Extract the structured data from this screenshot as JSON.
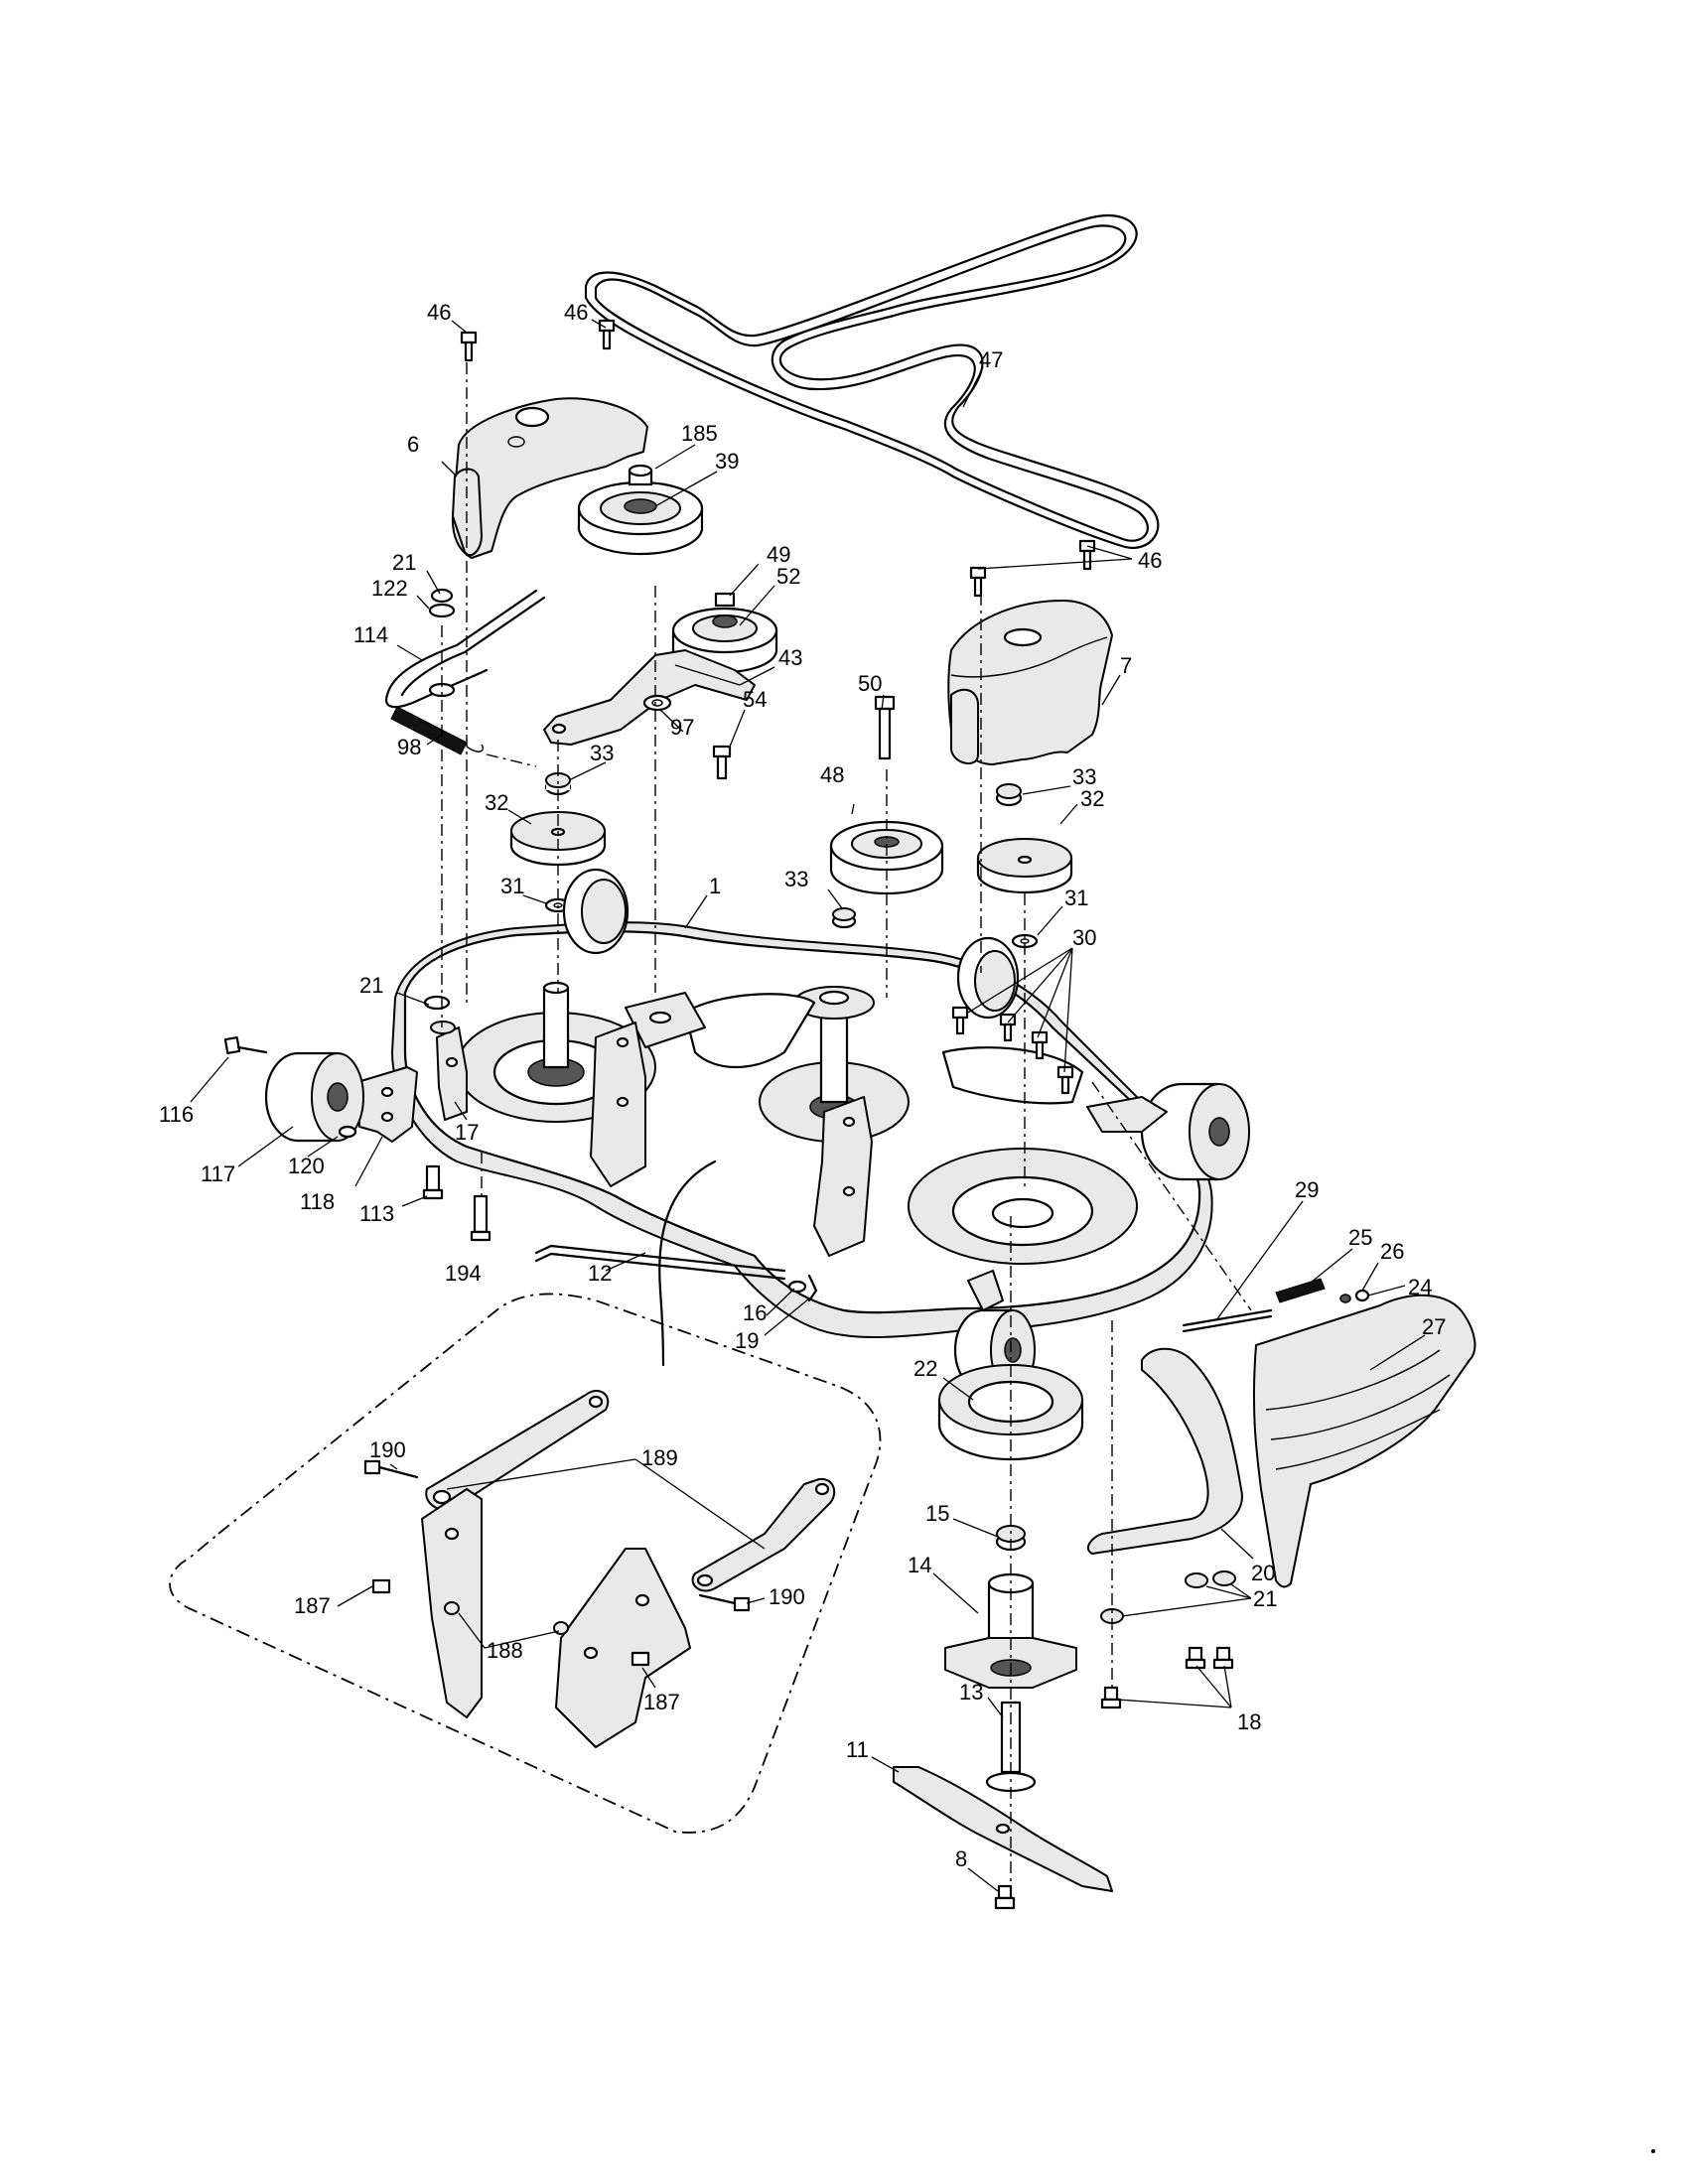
{
  "labels": {
    "l46a": "46",
    "l46b": "46",
    "l46c": "46",
    "l47": "47",
    "l6": "6",
    "l185": "185",
    "l39": "39",
    "l49": "49",
    "l52": "52",
    "l43": "43",
    "l21a": "21",
    "l122": "122",
    "l114": "114",
    "l98": "98",
    "l97": "97",
    "l50": "50",
    "l54": "54",
    "l7": "7",
    "l33a": "33",
    "l33b": "33",
    "l33c": "33",
    "l48": "48",
    "l32a": "32",
    "l32b": "32",
    "l31a": "31",
    "l31b": "31",
    "l1": "1",
    "l30": "30",
    "l21b": "21",
    "l116": "116",
    "l117": "117",
    "l120": "120",
    "l17": "17",
    "l118": "118",
    "l113": "113",
    "l194": "194",
    "l12": "12",
    "l16": "16",
    "l19": "19",
    "l29": "29",
    "l25": "25",
    "l26": "26",
    "l24": "24",
    "l27": "27",
    "l22": "22",
    "l20": "20",
    "l15": "15",
    "l14": "14",
    "l21c": "21",
    "l18": "18",
    "l13": "13",
    "l11": "11",
    "l8": "8",
    "l190a": "190",
    "l189": "189",
    "l190b": "190",
    "l187a": "187",
    "l188": "188",
    "l187b": "187"
  },
  "icons": [
    "mower-deck",
    "belt",
    "pulley",
    "belt-cover",
    "deck-wheel",
    "spindle-assembly",
    "blade",
    "discharge-chute",
    "anti-scalp-bracket"
  ]
}
